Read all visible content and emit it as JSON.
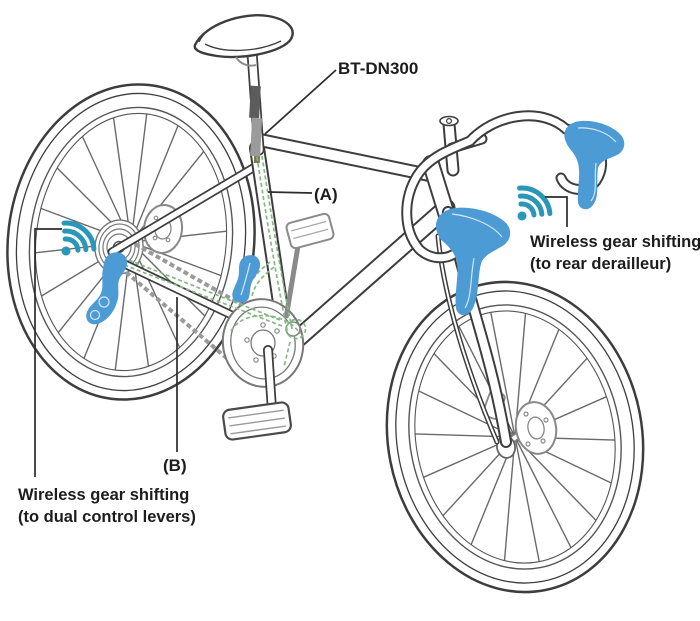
{
  "diagram": {
    "labels": {
      "battery_unit": "BT-DN300",
      "wire_a": "(A)",
      "wire_b": "(B)"
    },
    "annotations": {
      "left": {
        "line1": "Wireless gear shifting",
        "line2": "(to dual control levers)"
      },
      "right": {
        "line1": "Wireless gear shifting",
        "line2": "(to rear derailleur)"
      }
    },
    "icons": [
      "wireless-signal-icon-left",
      "wireless-signal-icon-right"
    ],
    "colors": {
      "component_highlight": "#4D9BD5",
      "wireless_signal": "#2B97B8",
      "wire_route": "#85B885",
      "outline": "#3D3D3D",
      "detail_gray": "#8A8A8A",
      "battery_dark": "#5C5C5C",
      "battery_light": "#9B9B9B",
      "text": "#1D1D1D",
      "background": "#FFFFFF"
    }
  }
}
